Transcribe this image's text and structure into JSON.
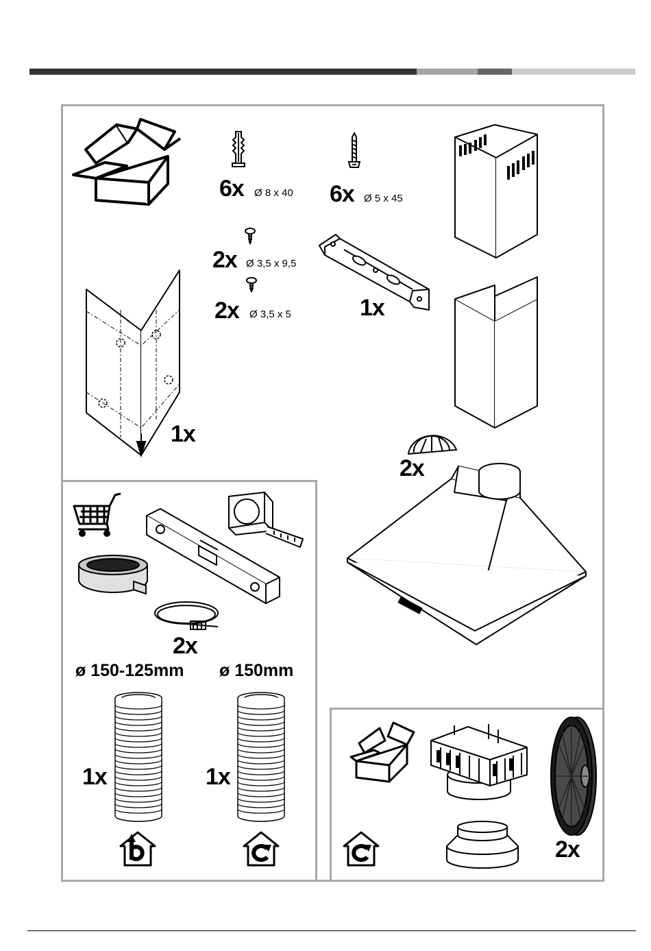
{
  "header_bar": {
    "segments": [
      {
        "color": "#333333"
      },
      {
        "color": "#a6a6a6"
      },
      {
        "color": "#666666"
      },
      {
        "color": "#cccccc"
      }
    ]
  },
  "frame_color": "#a8a8a8",
  "supplied": {
    "box_icon": "open-cardboard-box-icon",
    "wall_plug": {
      "qty": "6x",
      "spec": "Ø 8 x 40"
    },
    "long_screw": {
      "qty": "6x",
      "spec": "Ø 5 x 45"
    },
    "small_screw_a": {
      "qty": "2x",
      "spec": "Ø 3,5 x 9,5"
    },
    "small_screw_b": {
      "qty": "2x",
      "spec": "Ø 3,5 x 5"
    },
    "bracket": {
      "qty": "1x"
    },
    "template": {
      "qty": "1x"
    },
    "flap": {
      "qty": "2x"
    }
  },
  "not_supplied": {
    "cart_icon": "shopping-cart-icon",
    "clamp": {
      "qty": "2x"
    },
    "pipe_a": {
      "diameter": "ø 150-125mm",
      "qty": "1x",
      "mode_icon": "house-b-icon"
    },
    "pipe_b": {
      "diameter": "ø 150mm",
      "qty": "1x",
      "mode_icon": "house-c-icon"
    }
  },
  "filter_kit": {
    "mode_icon": "house-c-icon",
    "carbon_filter": {
      "qty": "2x"
    }
  }
}
